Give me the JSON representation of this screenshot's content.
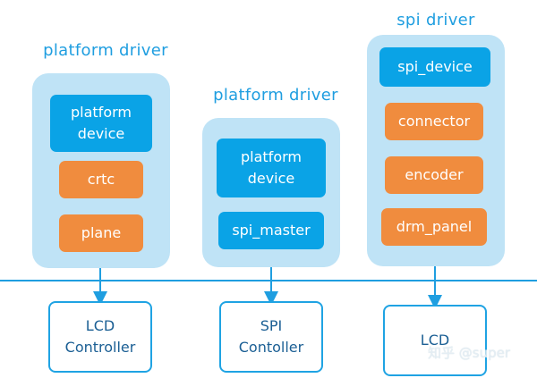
{
  "groups": [
    {
      "title": "platform driver",
      "items": [
        {
          "label": "platform\ndevice",
          "color": "#0aa3e6"
        },
        {
          "label": "crtc",
          "color": "#f08c3e"
        },
        {
          "label": "plane",
          "color": "#f08c3e"
        }
      ],
      "hardware": "LCD\nController"
    },
    {
      "title": "platform driver",
      "items": [
        {
          "label": "platform\ndevice",
          "color": "#0aa3e6"
        },
        {
          "label": "spi_master",
          "color": "#0aa3e6"
        }
      ],
      "hardware": "SPI\nContoller"
    },
    {
      "title": "spi driver",
      "items": [
        {
          "label": "spi_device",
          "color": "#0aa3e6"
        },
        {
          "label": "connector",
          "color": "#f08c3e"
        },
        {
          "label": "encoder",
          "color": "#f08c3e"
        },
        {
          "label": "drm_panel",
          "color": "#f08c3e"
        }
      ],
      "hardware": "LCD"
    }
  ],
  "watermark": "知乎 @super",
  "colors": {
    "group_fill": "#bfe3f6",
    "bus": "#1f9ee0",
    "title": "#1f9ee0"
  }
}
